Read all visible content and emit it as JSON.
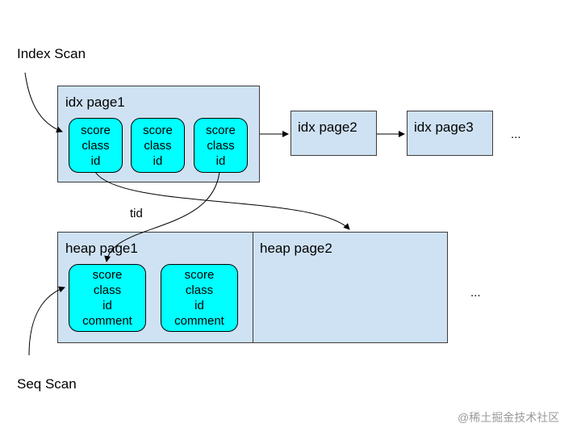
{
  "labels": {
    "index_scan": "Index Scan",
    "seq_scan": "Seq Scan",
    "tid": "tid",
    "ellipsis_top": "...",
    "ellipsis_bottom": "..."
  },
  "index_pages": [
    {
      "title": "idx page1"
    },
    {
      "title": "idx page2"
    },
    {
      "title": "idx page3"
    }
  ],
  "index_entries": [
    {
      "f1": "score",
      "f2": "class",
      "f3": "id"
    },
    {
      "f1": "score",
      "f2": "class",
      "f3": "id"
    },
    {
      "f1": "score",
      "f2": "class",
      "f3": "id"
    }
  ],
  "heap_pages": [
    {
      "title": "heap page1"
    },
    {
      "title": "heap page2"
    }
  ],
  "heap_tuples": [
    {
      "f1": "score",
      "f2": "class",
      "f3": "id",
      "f4": "comment"
    },
    {
      "f1": "score",
      "f2": "class",
      "f3": "id",
      "f4": "comment"
    }
  ],
  "watermark": "@稀土掘金技术社区",
  "colors": {
    "page_fill": "#cfe2f3",
    "tuple_fill": "#00ffff",
    "stroke": "#000000"
  }
}
